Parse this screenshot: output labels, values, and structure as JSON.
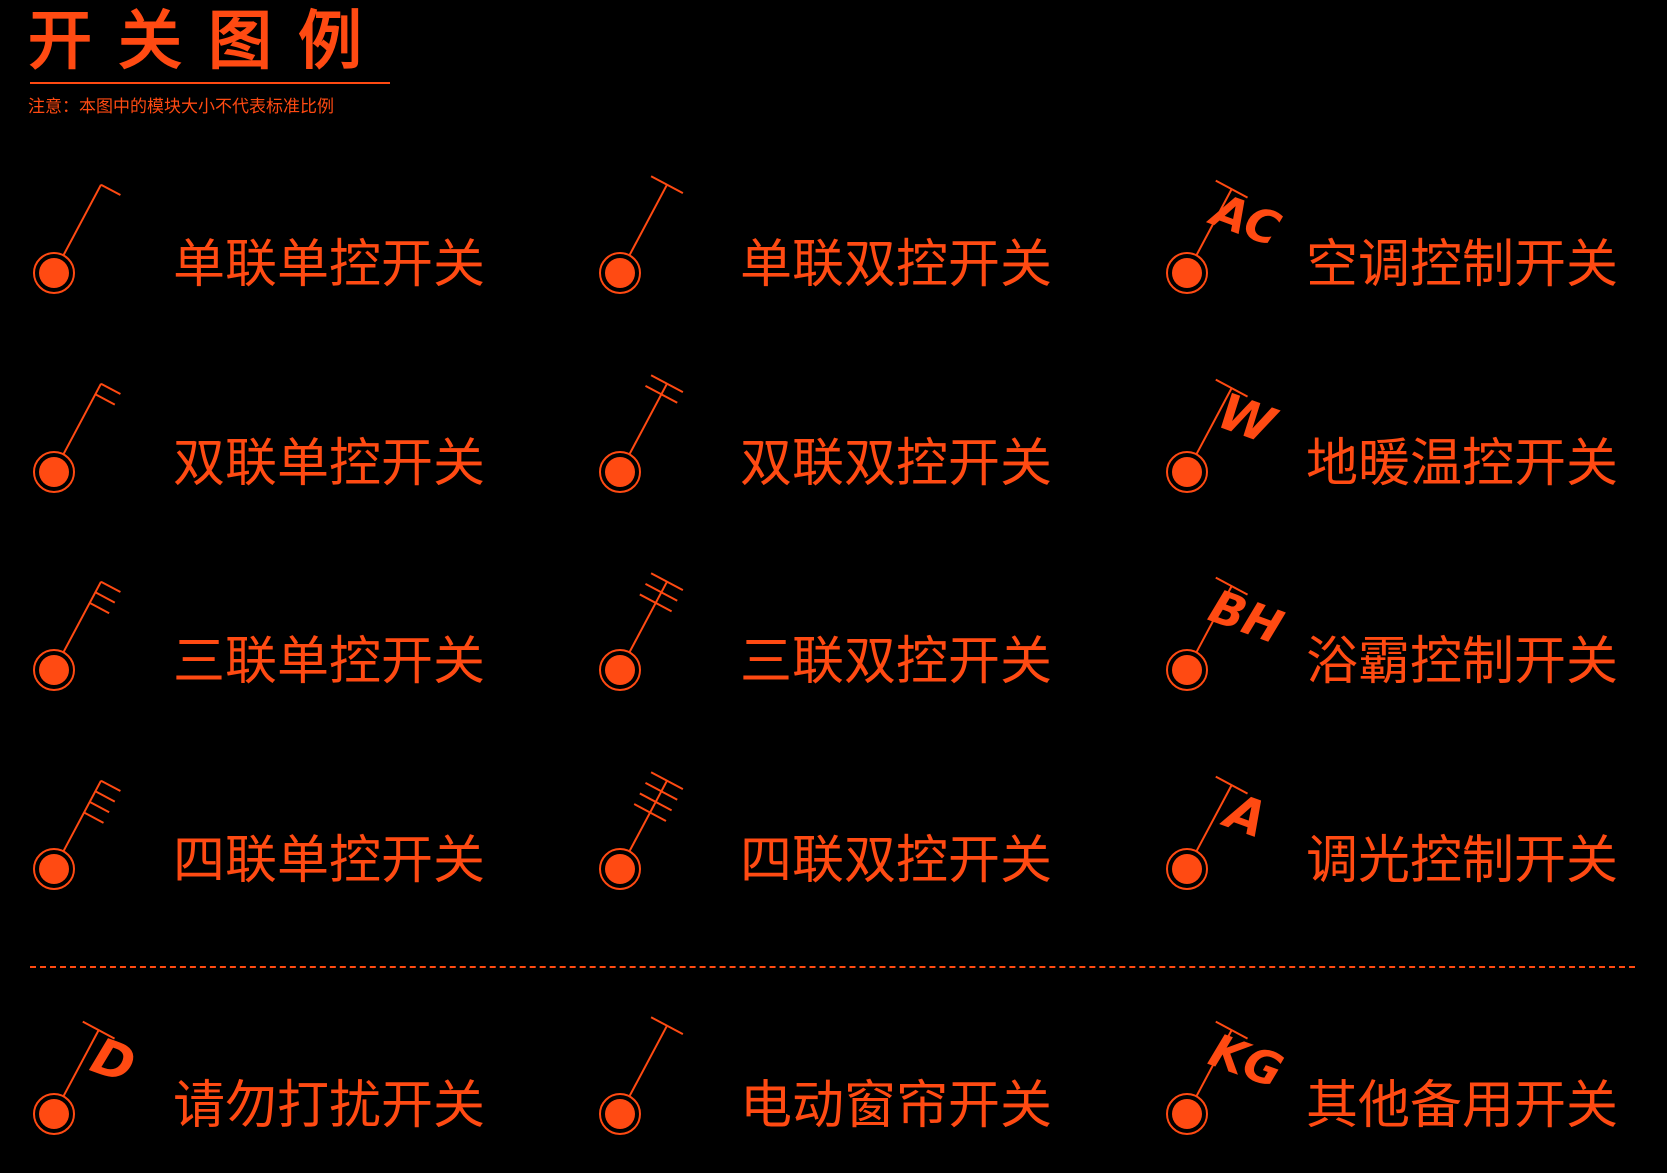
{
  "header": {
    "title": "开关图例",
    "note": "注意：本图中的模块大小不代表标准比例"
  },
  "colors": {
    "accent": "#ff4a12",
    "background": "#000000"
  },
  "switches": [
    {
      "id": "single-gang-single-control",
      "label": "单联单控开关",
      "symbol": "ticks",
      "ticks": 1,
      "tick_style": "flag"
    },
    {
      "id": "single-gang-double-control",
      "label": "单联双控开关",
      "symbol": "ticks",
      "ticks": 1,
      "tick_style": "cross"
    },
    {
      "id": "ac-control",
      "label": "空调控制开关",
      "symbol": "letter",
      "letter": "AC"
    },
    {
      "id": "double-gang-single-control",
      "label": "双联单控开关",
      "symbol": "ticks",
      "ticks": 2,
      "tick_style": "flag"
    },
    {
      "id": "double-gang-double-control",
      "label": "双联双控开关",
      "symbol": "ticks",
      "ticks": 2,
      "tick_style": "cross"
    },
    {
      "id": "floor-heating-control",
      "label": "地暖温控开关",
      "symbol": "letter",
      "letter": "W"
    },
    {
      "id": "triple-gang-single-control",
      "label": "三联单控开关",
      "symbol": "ticks",
      "ticks": 3,
      "tick_style": "flag"
    },
    {
      "id": "triple-gang-double-control",
      "label": "三联双控开关",
      "symbol": "ticks",
      "ticks": 3,
      "tick_style": "cross"
    },
    {
      "id": "bath-heater-control",
      "label": "浴霸控制开关",
      "symbol": "letter",
      "letter": "BH"
    },
    {
      "id": "quad-gang-single-control",
      "label": "四联单控开关",
      "symbol": "ticks",
      "ticks": 4,
      "tick_style": "flag"
    },
    {
      "id": "quad-gang-double-control",
      "label": "四联双控开关",
      "symbol": "ticks",
      "ticks": 4,
      "tick_style": "cross"
    },
    {
      "id": "dimmer-control",
      "label": "调光控制开关",
      "symbol": "letter",
      "letter": "A"
    },
    {
      "id": "do-not-disturb",
      "label": "请勿打扰开关",
      "symbol": "letter",
      "letter": "D"
    },
    {
      "id": "electric-curtain",
      "label": "电动窗帘开关",
      "symbol": "ticks",
      "ticks": 1,
      "tick_style": "cross"
    },
    {
      "id": "other-spare",
      "label": "其他备用开关",
      "symbol": "letter",
      "letter": "KG"
    }
  ]
}
